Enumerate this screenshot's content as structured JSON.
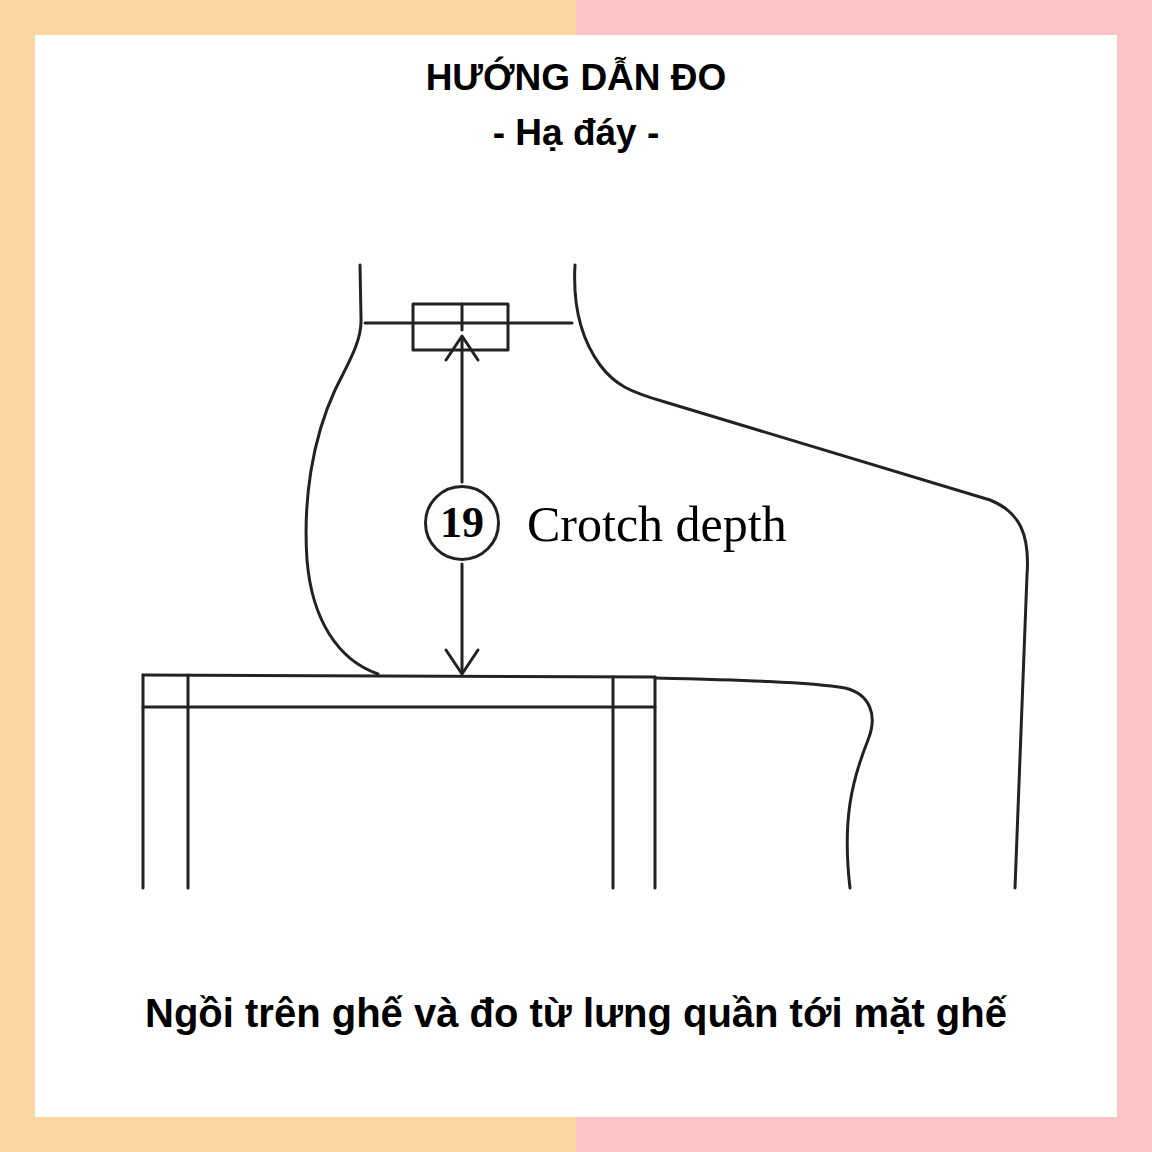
{
  "diagram": {
    "title": "HƯỚNG DẪN ĐO",
    "caption": "Ngồi trên ghế và đo từ lưng quần tới mặt ghế",
    "nodes": [
      {
        "text": [
          "19"
        ]
      }
    ],
    "labels": [
      "- Hạ đáy -",
      "Crotch depth"
    ]
  }
}
